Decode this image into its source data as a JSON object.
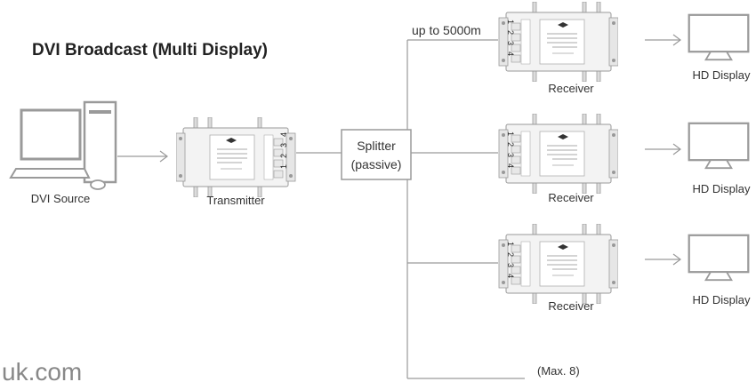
{
  "diagram": {
    "title": "DVI Broadcast (Multi Display)",
    "source_label": "DVI Source",
    "transmitter_label": "Transmitter",
    "splitter_line1": "Splitter",
    "splitter_line2": "(passive)",
    "distance_label": "up to 5000m",
    "receiver_label": "Receiver",
    "display_label": "HD Display",
    "max_label": "(Max. 8)",
    "port_numbers": [
      "1",
      "2",
      "3",
      "4"
    ],
    "watermark": "uk.com"
  }
}
